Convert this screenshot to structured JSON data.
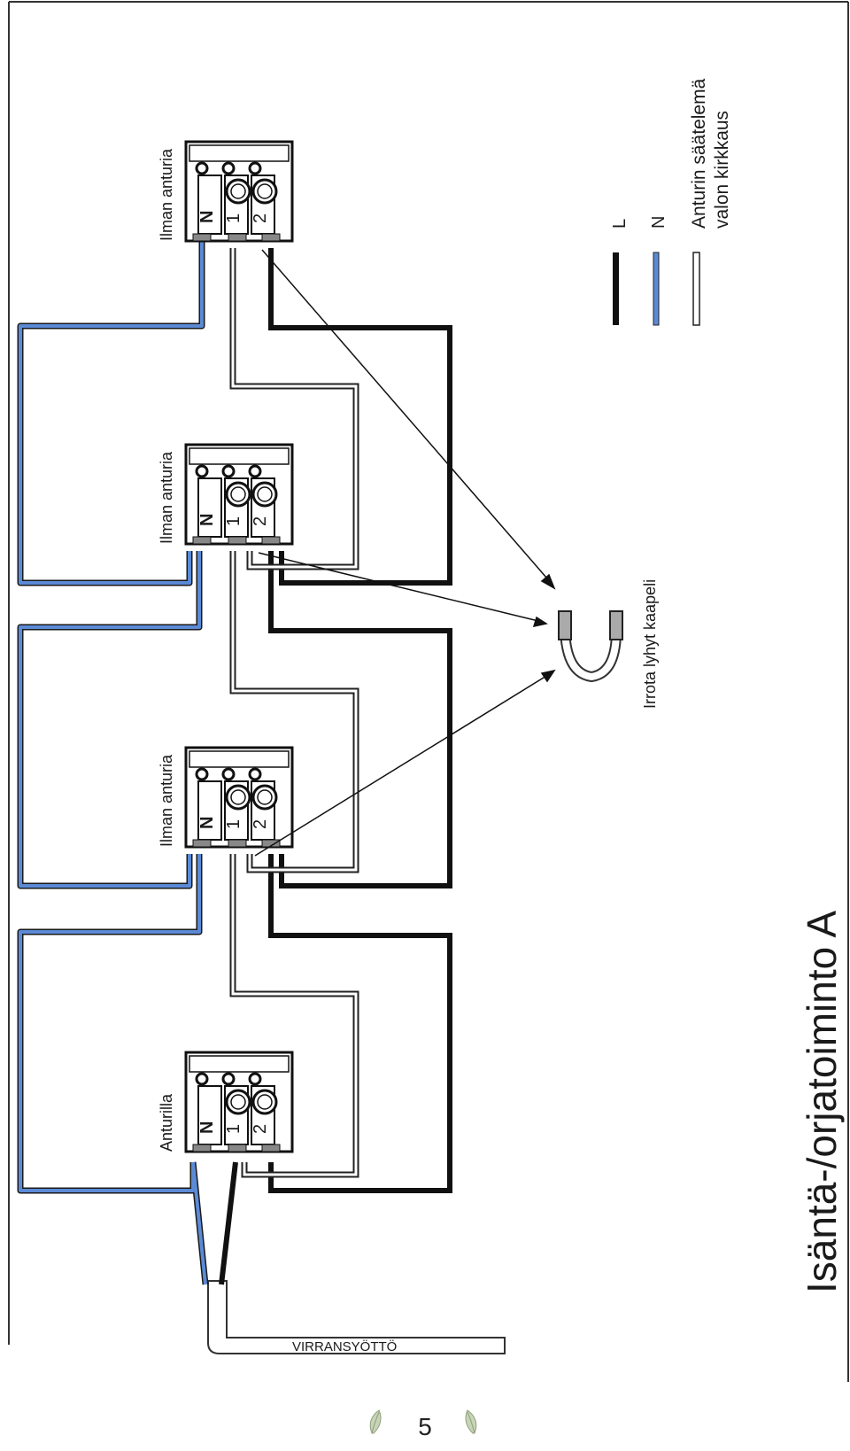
{
  "diagram": {
    "title": "Isäntä-/orjatoiminto A",
    "terminal_blocks": [
      {
        "label": "Ilman anturia",
        "terminals": [
          "N",
          "1",
          "2"
        ]
      },
      {
        "label": "Ilman anturia",
        "terminals": [
          "N",
          "1",
          "2"
        ]
      },
      {
        "label": "Ilman anturia",
        "terminals": [
          "N",
          "1",
          "2"
        ]
      },
      {
        "label": "Anturilla",
        "terminals": [
          "N",
          "1",
          "2"
        ]
      }
    ],
    "supply_label": "VIRRANSYÖTTÖ",
    "jumper_label": "Irrota lyhyt kaapeli",
    "legend": [
      {
        "key": "L",
        "label": "L",
        "color": "#111111"
      },
      {
        "key": "N",
        "label": "N",
        "color": "#4f7fd0"
      },
      {
        "key": "S",
        "label_line1": "Anturin säätelemä",
        "label_line2": "valon kirkkaus",
        "color": "#ffffff"
      }
    ]
  },
  "footer": {
    "page_number": "5",
    "leaf_icon_left": "leaf-icon",
    "leaf_icon_right": "leaf-icon"
  }
}
